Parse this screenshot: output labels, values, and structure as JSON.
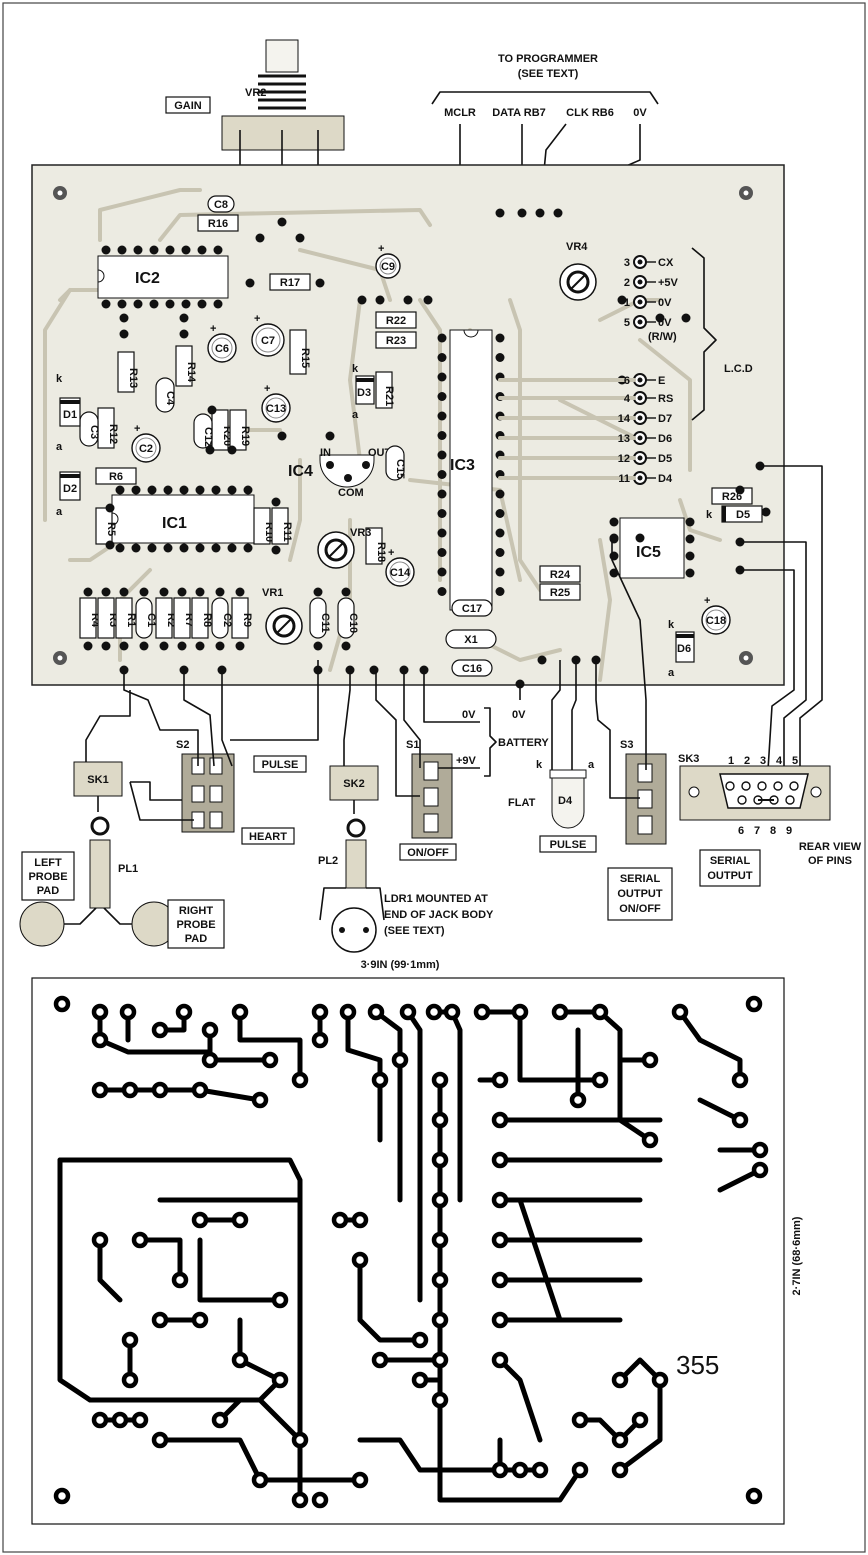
{
  "programmer": {
    "title": "TO PROGRAMMER",
    "subtitle": "(SEE TEXT)",
    "pins": [
      "MCLR",
      "DATA RB7",
      "CLK RB6",
      "0V"
    ]
  },
  "gain_label": "GAIN",
  "lcd": {
    "label": "L.C.D",
    "pins": [
      {
        "num": "3",
        "name": "CX"
      },
      {
        "num": "2",
        "name": "+5V"
      },
      {
        "num": "1",
        "name": "0V"
      },
      {
        "num": "5",
        "name": "0V"
      },
      {
        "num": "",
        "name": "(R/W)"
      },
      {
        "num": "6",
        "name": "E"
      },
      {
        "num": "4",
        "name": "RS"
      },
      {
        "num": "14",
        "name": "D7"
      },
      {
        "num": "13",
        "name": "D6"
      },
      {
        "num": "12",
        "name": "D5"
      },
      {
        "num": "11",
        "name": "D4"
      }
    ]
  },
  "components": {
    "ics": [
      "IC1",
      "IC2",
      "IC3",
      "IC4",
      "IC5"
    ],
    "ic4_pins": [
      "IN",
      "OUT",
      "COM"
    ],
    "resistors_top": [
      "R16",
      "R17",
      "R22",
      "R23",
      "R21",
      "R13",
      "R14",
      "R15",
      "R12",
      "R20",
      "R19",
      "R6",
      "R5",
      "R10",
      "R11",
      "R18",
      "R24",
      "R25",
      "R26"
    ],
    "resistors_bottom": [
      "R4",
      "R3",
      "R1",
      "R2",
      "R7",
      "R8",
      "R9"
    ],
    "capacitors": [
      "C8",
      "C9",
      "C7",
      "C6",
      "C5",
      "C4",
      "C3",
      "C12",
      "C13",
      "C2",
      "C15",
      "C14",
      "C1",
      "C11",
      "C10",
      "C17",
      "C16",
      "C18"
    ],
    "diodes": [
      "D1",
      "D2",
      "D3",
      "D5",
      "D6"
    ],
    "presets": [
      "VR1",
      "VR2",
      "VR3",
      "VR4"
    ],
    "crystal": "X1",
    "diode_marks": [
      "k",
      "a"
    ]
  },
  "switches": {
    "s1": "S1",
    "s2": "S2",
    "s3": "S3",
    "pulse": "PULSE",
    "heart": "HEART",
    "onoff": "ON/OFF",
    "serial_out_onoff": [
      "SERIAL",
      "OUTPUT",
      "ON/OFF"
    ]
  },
  "battery": {
    "zero_v": "0V",
    "plus9v": "+9V",
    "label": "BATTERY",
    "zero_v_board": "0V"
  },
  "sockets": {
    "sk1": "SK1",
    "sk2": "SK2",
    "sk3": "SK3",
    "pl1": "PL1",
    "pl2": "PL2"
  },
  "led": {
    "name": "D4",
    "flat": "FLAT",
    "k": "k",
    "a": "a",
    "pulse": "PULSE"
  },
  "serial": {
    "top_pins": [
      "1",
      "2",
      "3",
      "4",
      "5"
    ],
    "bottom_pins": [
      "6",
      "7",
      "8",
      "9"
    ],
    "label": [
      "SERIAL",
      "OUTPUT"
    ],
    "rear_view": [
      "REAR VIEW",
      "OF PINS"
    ]
  },
  "probes": {
    "left": [
      "LEFT",
      "PROBE",
      "PAD"
    ],
    "right": [
      "RIGHT",
      "PROBE",
      "PAD"
    ]
  },
  "ldr_note": [
    "LDR1 MOUNTED AT",
    "END OF JACK BODY",
    "(SEE TEXT)"
  ],
  "pcb": {
    "width_dim": "3·9IN (99·1mm)",
    "height_dim": "2·7IN (68·6mm)",
    "number": "355"
  }
}
